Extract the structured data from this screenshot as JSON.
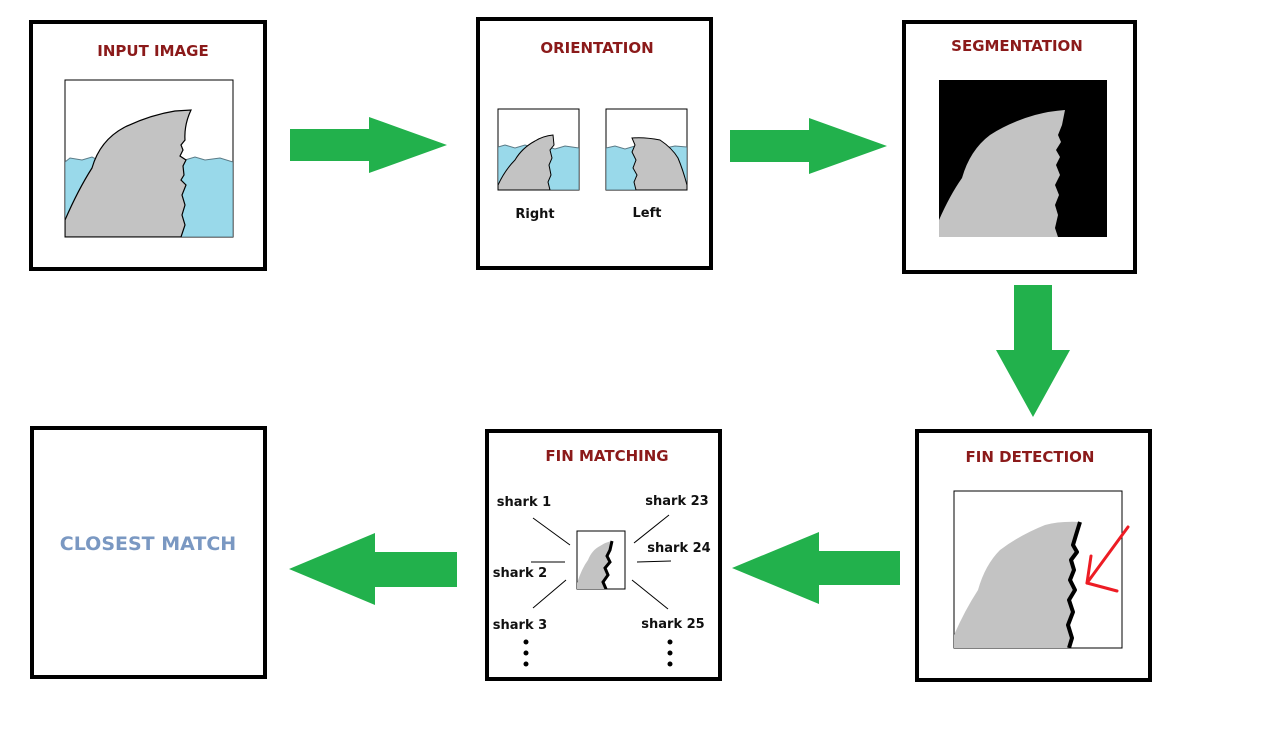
{
  "colors": {
    "frame": "#000000",
    "arrow": "#22b14c",
    "title": "#8b1a1a",
    "fin": "#c3c3c3",
    "water": "#99d9ea",
    "mask_background": "#000000",
    "highlight_arrow": "#ed1c24",
    "result_text": "#7a98c2"
  },
  "steps": {
    "input": {
      "title": "INPUT IMAGE"
    },
    "orientation": {
      "title": "ORIENTATION",
      "right_label": "Right",
      "left_label": "Left"
    },
    "segmentation": {
      "title": "SEGMENTATION"
    },
    "detection": {
      "title": "FIN DETECTION"
    },
    "matching": {
      "title": "FIN MATCHING",
      "candidates": [
        "shark 1",
        "shark 2",
        "shark 3",
        "shark 23",
        "shark 24",
        "shark 25"
      ]
    },
    "result": {
      "label": "CLOSEST MATCH"
    }
  }
}
